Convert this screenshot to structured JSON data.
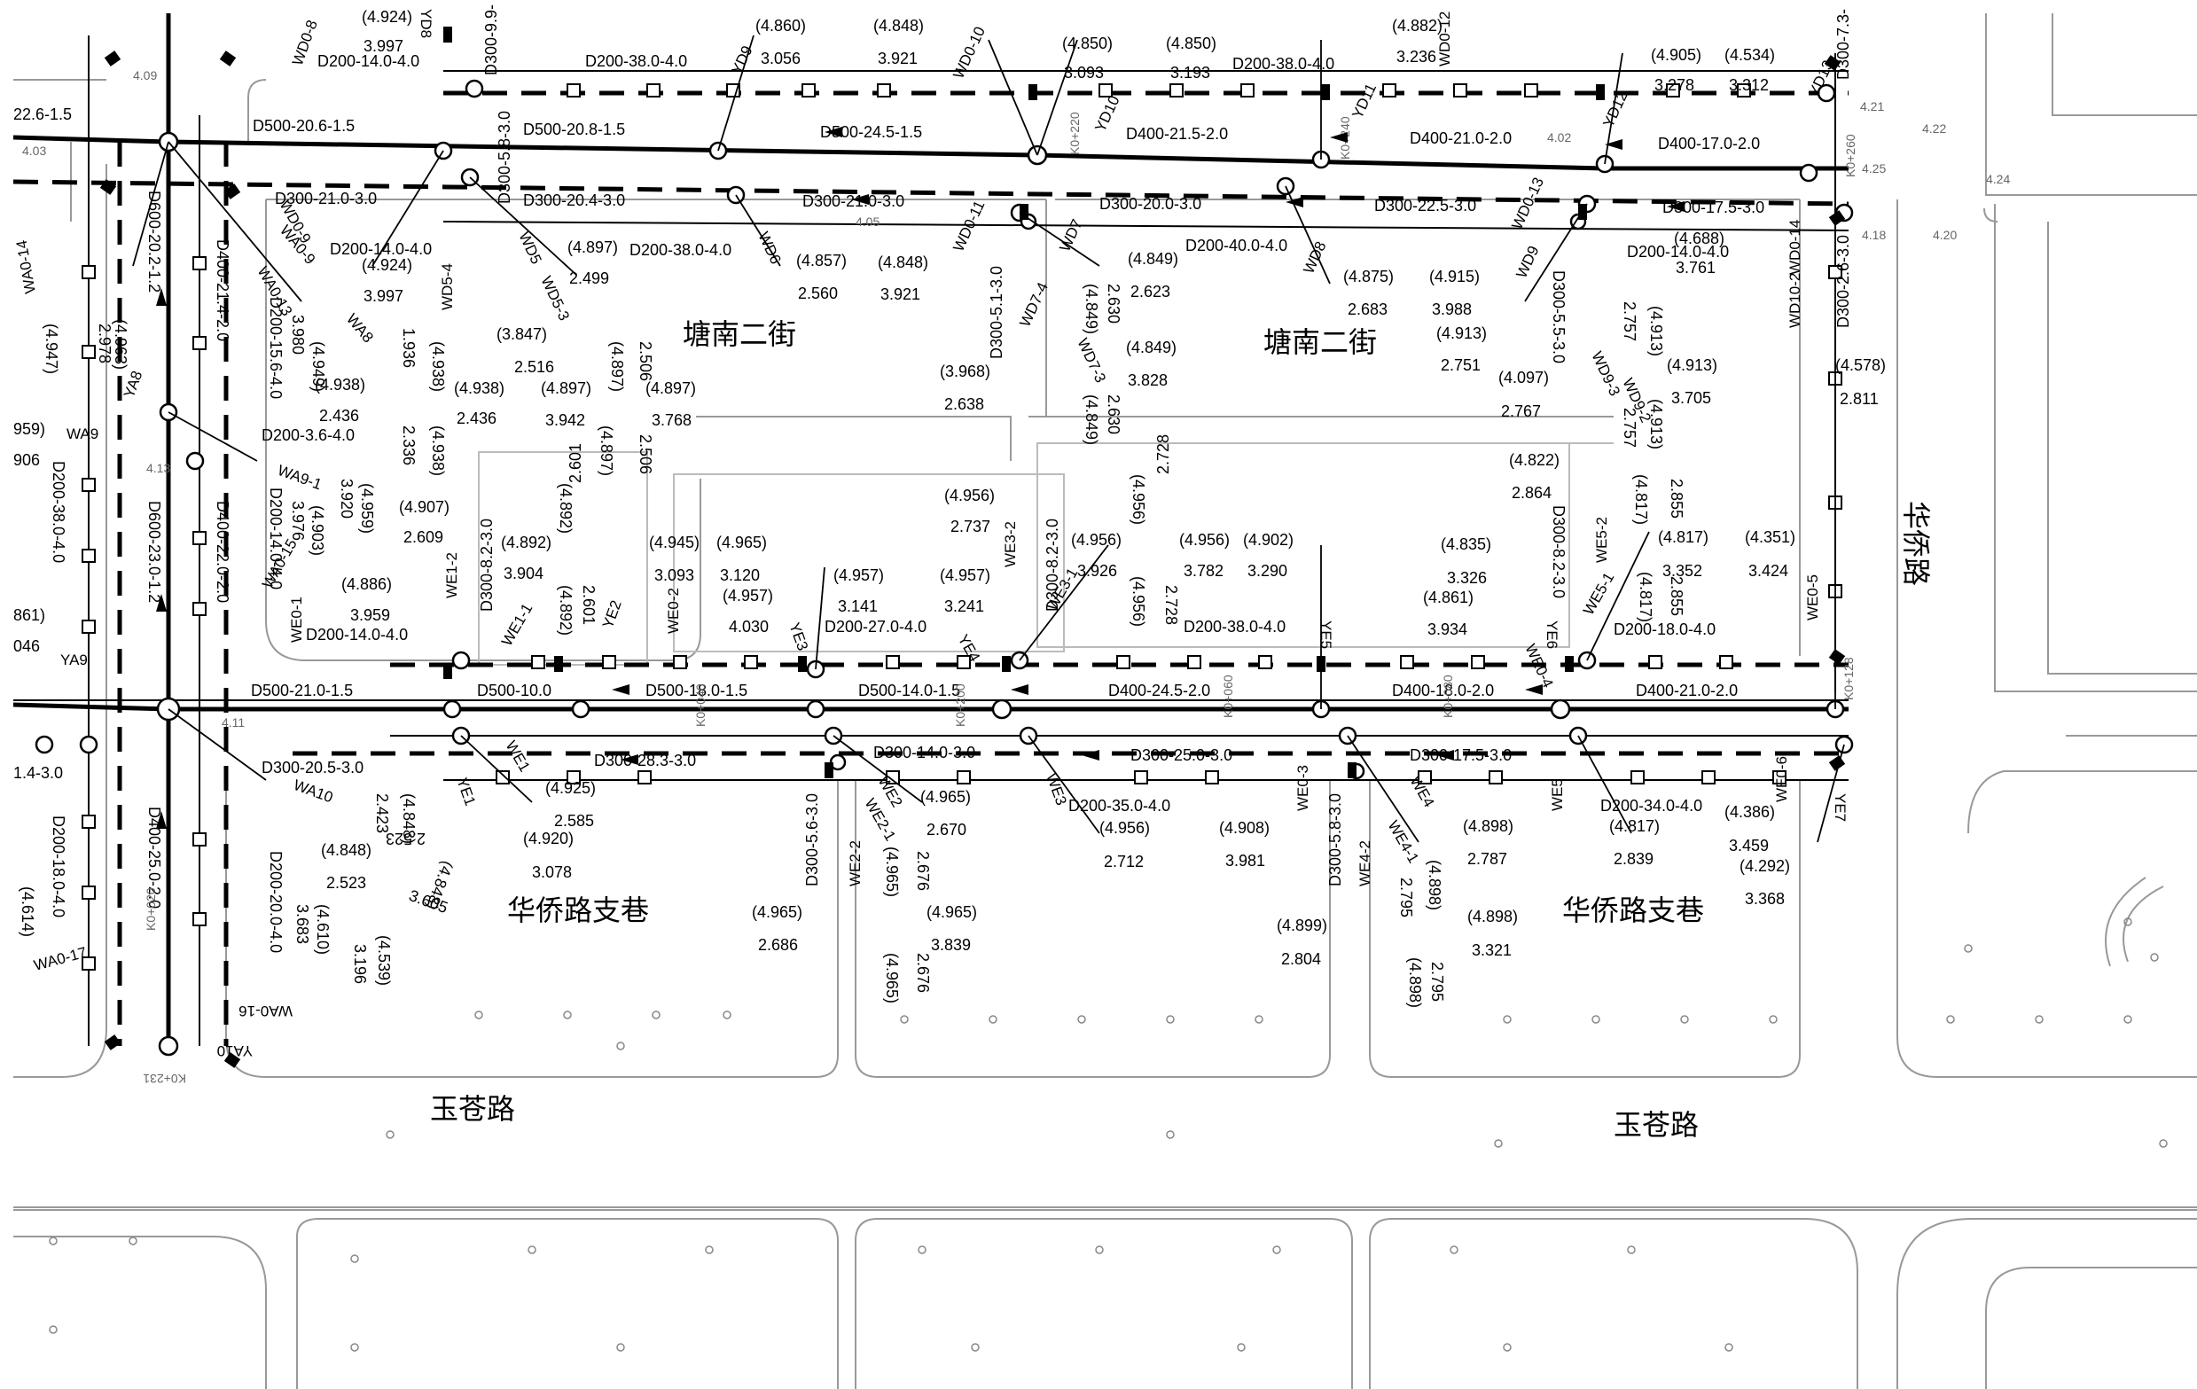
{
  "drawing": {
    "roads": {
      "tangnan_1": "塘南二街",
      "tangnan_2": "塘南二街",
      "huaqiao_alley_1": "华侨路支巷",
      "huaqiao_alley_2": "华侨路支巷",
      "yucang_1": "玉苍路",
      "yucang_2": "玉苍路",
      "huaqiao_road": "华侨路"
    },
    "pipe_labels": {
      "p1": "D500-20.6-1.5",
      "p2": "D500-20.8-1.5",
      "p3": "D500-24.5-1.5",
      "p4": "D400-21.5-2.0",
      "p5": "D400-21.0-2.0",
      "p6": "D400-17.0-2.0",
      "p7": "D300-21.0-3.0",
      "p8": "D300-20.4-3.0",
      "p9": "D300-21.0-3.0",
      "p10": "D300-20.0-3.0",
      "p11": "D300-22.5-3.0",
      "p12": "D300-17.5-3.0",
      "p13": "D200-14.0-4.0",
      "p14": "D200-38.0-4.0",
      "p15": "D200-38.0-4.0",
      "p16": "D200-38.0-4.0",
      "p17": "D200-40.0-4.0",
      "p18": "D200-14.0-4.0",
      "p19": "D500-21.0-1.5",
      "p20": "D500-10.0",
      "p21": "D500-18.0-1.5",
      "p22": "D500-14.0-1.5",
      "p23": "D400-24.5-2.0",
      "p24": "D400-18.0-2.0",
      "p25": "D400-21.0-2.0",
      "p26": "D300-20.5-3.0",
      "p27": "D300-28.3-3.0",
      "p28": "D300-14.0-3.0",
      "p29": "D300-25.0-3.0",
      "p30": "D300-17.5-3.0",
      "p31": "D200-14.0-4.0",
      "p32": "D200-27.0-4.0",
      "p33": "D200-38.0-4.0",
      "p34": "D200-18.0-4.0",
      "p35": "D200-35.0-4.0",
      "p36": "D200-34.0-4.0",
      "p37": "D200-3.6-4.0",
      "p38": "D200-14.0-4.0",
      "v1": "D600-20.2-1.2",
      "v2": "D600-23.0-1.2",
      "v3": "D400-21.4-2.0",
      "v4": "D400-22.0-2.0",
      "v5": "D400-25.0-2.0",
      "v6": "D200-15.6-4.0",
      "v7": "D200-14.0-4.0",
      "v8": "D200-38.0-4.0",
      "v9": "D200-18.0-4.0",
      "v10": "D200-20.0-4.0",
      "v11": "D300-5.8-3.0",
      "v12": "D300-5.1-3.0",
      "v13": "D300-5.5-3.0",
      "v14": "D300-2.6-3.0",
      "v15": "D300-8.2-3.0",
      "v16": "D300-8.2-3.0",
      "v17": "D300-8.2-3.0",
      "v18": "D300-5.6-3.0",
      "v19": "D300-5.8-3.0",
      "v20": "D300-9.9-",
      "v21": "D300-7.3-"
    },
    "manholes": {
      "m1": "YD9",
      "m2": "YD10",
      "m3": "YD11",
      "m4": "YD12",
      "m5": "YD13",
      "m6": "WD5",
      "m7": "WD5-3",
      "m8": "WD5-4",
      "m9": "WD6",
      "m10": "WD7",
      "m11": "WD7-3",
      "m12": "WD7-4",
      "m13": "WD8",
      "m14": "WD9",
      "m15": "WD9-2",
      "m16": "WD9-3",
      "m17": "WD0-13",
      "m18": "WD0-11",
      "m19": "WD0-12",
      "m20": "WD0-14",
      "m21": "WD10-2",
      "m22": "WA8",
      "m23": "WA9",
      "m24": "WA9-1",
      "m25": "WA10",
      "m26": "YA8",
      "m27": "YA9",
      "m28": "YA10",
      "m29": "WA0-9",
      "m30": "WA0-13",
      "m31": "WA0-14",
      "m32": "WA0-15",
      "m33": "WA0-16",
      "m34": "WA0-17",
      "m35": "WE0-1",
      "m36": "WE0-2",
      "m37": "WE0-3",
      "m38": "WE0-4",
      "m39": "WE0-5",
      "m40": "WE0-6",
      "m41": "WE1",
      "m42": "WE1-1",
      "m43": "WE1-2",
      "m44": "WE2",
      "m45": "WE2-1",
      "m46": "WE2-2",
      "m47": "WE3",
      "m48": "WE3-1",
      "m49": "WE3-2",
      "m50": "WE4",
      "m51": "WE4-1",
      "m52": "WE4-2",
      "m53": "WE5",
      "m54": "WE5-1",
      "m55": "WE5-2",
      "m56": "YE1",
      "m57": "YE2",
      "m58": "YE3",
      "m59": "YE4",
      "m60": "YE5",
      "m61": "YE6",
      "m62": "YE7",
      "m63": "YD8",
      "m64": "WD0-8",
      "m65": "WD0-9",
      "m66": "WD0-10"
    },
    "elevations": {
      "e1": "(4.860)",
      "e2": "3.056",
      "e3": "(4.848)",
      "e4": "3.921",
      "e5": "(4.850)",
      "e6": "3.093",
      "e7": "(4.850)",
      "e8": "3.193",
      "e9": "(4.882)",
      "e10": "3.236",
      "e11": "(4.905)",
      "e12": "3.278",
      "e13": "(4.534)",
      "e14": "3.312",
      "e15": "(4.924)",
      "e16": "3.997",
      "e17": "(4.897)",
      "e18": "2.499",
      "e19": "(4.857)",
      "e20": "2.560",
      "e21": "(4.848)",
      "e22": "3.921",
      "e23": "(4.849)",
      "e24": "2.623",
      "e25": "(4.875)",
      "e26": "2.683",
      "e27": "(4.915)",
      "e28": "3.988",
      "e29": "(4.913)",
      "e30": "2.751",
      "e31": "(4.688)",
      "e32": "3.761",
      "e33": "(4.849)",
      "e34": "3.828",
      "e35": "(4.097)",
      "e36": "2.767",
      "e37": "(4.913)",
      "e38": "3.705",
      "e39": "(4.578)",
      "e40": "2.811",
      "e41": "(4.822)",
      "e42": "2.864",
      "e43": "(4.938)",
      "e44": "2.436",
      "e45": "(4.938)",
      "e46": "2.436",
      "e47": "(4.897)",
      "e48": "3.942",
      "e49": "(4.897)",
      "e50": "3.768",
      "e51": "(3.847)",
      "e52": "2.516",
      "e53": "(3.968)",
      "e54": "2.638",
      "e55": "(4.907)",
      "e56": "2.609",
      "e57": "(4.892)",
      "e58": "3.904",
      "e59": "(4.945)",
      "e60": "3.093",
      "e61": "(4.965)",
      "e62": "3.120",
      "e63": "(4.957)",
      "e64": "4.030",
      "e65": "(4.957)",
      "e66": "3.141",
      "e67": "(4.957)",
      "e68": "3.241",
      "e69": "(4.956)",
      "e70": "2.737",
      "e71": "(4.956)",
      "e72": "3.926",
      "e73": "(4.956)",
      "e74": "3.782",
      "e75": "(4.902)",
      "e76": "3.290",
      "e77": "(4.835)",
      "e78": "3.326",
      "e79": "(4.861)",
      "e80": "3.934",
      "e81": "(4.817)",
      "e82": "3.352",
      "e83": "(4.351)",
      "e84": "3.424",
      "e85": "(4.886)",
      "e86": "3.959",
      "e87": "(4.925)",
      "e88": "2.585",
      "e89": "(4.920)",
      "e90": "3.078",
      "e91": "(4.848)",
      "e92": "2.523",
      "e93": "(4.965)",
      "e94": "2.670",
      "e95": "(4.956)",
      "e96": "2.712",
      "e97": "(4.908)",
      "e98": "3.981",
      "e99": "(4.898)",
      "e100": "2.787",
      "e101": "(4.817)",
      "e102": "2.839",
      "e103": "(4.386)",
      "e104": "3.459",
      "e105": "(4.292)",
      "e106": "3.368",
      "e107": "(4.965)",
      "e108": "2.686",
      "e109": "(4.965)",
      "e110": "3.839",
      "e111": "(4.899)",
      "e112": "2.804",
      "e113": "(4.898)",
      "e114": "3.321",
      "e115": "(4.963)",
      "e116": "2.978",
      "e117": "(4.947)",
      "e118": "(4.949)",
      "e119": "3.980",
      "e120": "(4.959)",
      "e121": "3.920",
      "e122": "(4.903)",
      "e123": "3.976",
      "e124": "(4.614)",
      "e125": "(4.610)",
      "e126": "3.683",
      "e127": "(4.539)",
      "e128": "3.196",
      "e129": "(4.924)",
      "e130": "3.997",
      "e131": "2.423",
      "e132": "(4.848)",
      "e133": "2.523",
      "e134": "(4.848)",
      "e135": "3.605",
      "e136": "959)",
      "e137": "906",
      "e138": "861)",
      "e139": "046",
      "e140": "22.6-1.5",
      "e141": "1.936",
      "e142": "(4.938)",
      "e143": "2.336",
      "e144": "(4.938)",
      "e145": "2.601",
      "e146": "(4.892)",
      "e147": "2.601",
      "e148": "(4.892)",
      "e149": "(4.897)",
      "e150": "2.506",
      "e151": "(4.897)",
      "e152": "2.506",
      "e153": "2.630",
      "e154": "(4.849)",
      "e155": "2.630",
      "e156": "(4.849)",
      "e157": "2.728",
      "e158": "(4.956)",
      "e159": "2.728",
      "e160": "(4.956)",
      "e161": "2.757",
      "e162": "(4.913)",
      "e163": "2.757",
      "e164": "(4.913)",
      "e165": "2.855",
      "e166": "(4.817)",
      "e167": "2.855",
      "e168": "(4.817)",
      "e169": "2.676",
      "e170": "(4.965)",
      "e171": "2.676",
      "e172": "(4.965)",
      "e173": "2.795",
      "e174": "(4.898)",
      "e175": "2.795",
      "e176": "(4.898)",
      "e177": "(4.924)",
      "e178": "1.4-3.0"
    },
    "stations": {
      "s1": "K0+231",
      "s2": "K0+128",
      "s3": "K0+200",
      "s4": "K0+220",
      "s5": "K0+240",
      "s6": "K0+260",
      "s7": "K0+060",
      "s8": "K0+080",
      "s9": "K0+040",
      "s10": "K0+020"
    },
    "spot_levels": {
      "g1": "4.09",
      "g2": "4.21",
      "g3": "4.22",
      "g4": "4.25",
      "g5": "4.24",
      "g6": "4.18",
      "g7": "4.20",
      "g8": "4.13",
      "g9": "4.11",
      "g10": "4.02",
      "g11": "4.03",
      "g12": "4.05"
    }
  }
}
